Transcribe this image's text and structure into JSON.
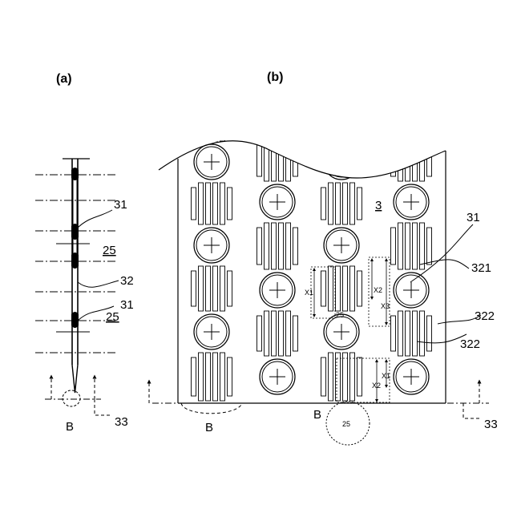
{
  "panel_a": {
    "caption": "(a)",
    "labels": {
      "fin_upper": "31",
      "gap_upper": "25",
      "web": "32",
      "fin_lower": "31",
      "gap_lower": "25",
      "direction": "B",
      "flow": "33"
    }
  },
  "panel_b": {
    "caption": "(b)",
    "labels": {
      "sheet": "3",
      "fin": "31",
      "slit_group_a": "321",
      "slit_group_b": "322",
      "slit_group_c": "322",
      "direction_left": "B",
      "direction_mid": "B",
      "flow": "33",
      "tube_inner": "25",
      "tube_outer": "25"
    },
    "dimensions": {
      "x1_upper": "X1",
      "x2_upper": "X2",
      "x3": "X3",
      "x1_lower": "X1",
      "x2_lower": "X2"
    }
  }
}
